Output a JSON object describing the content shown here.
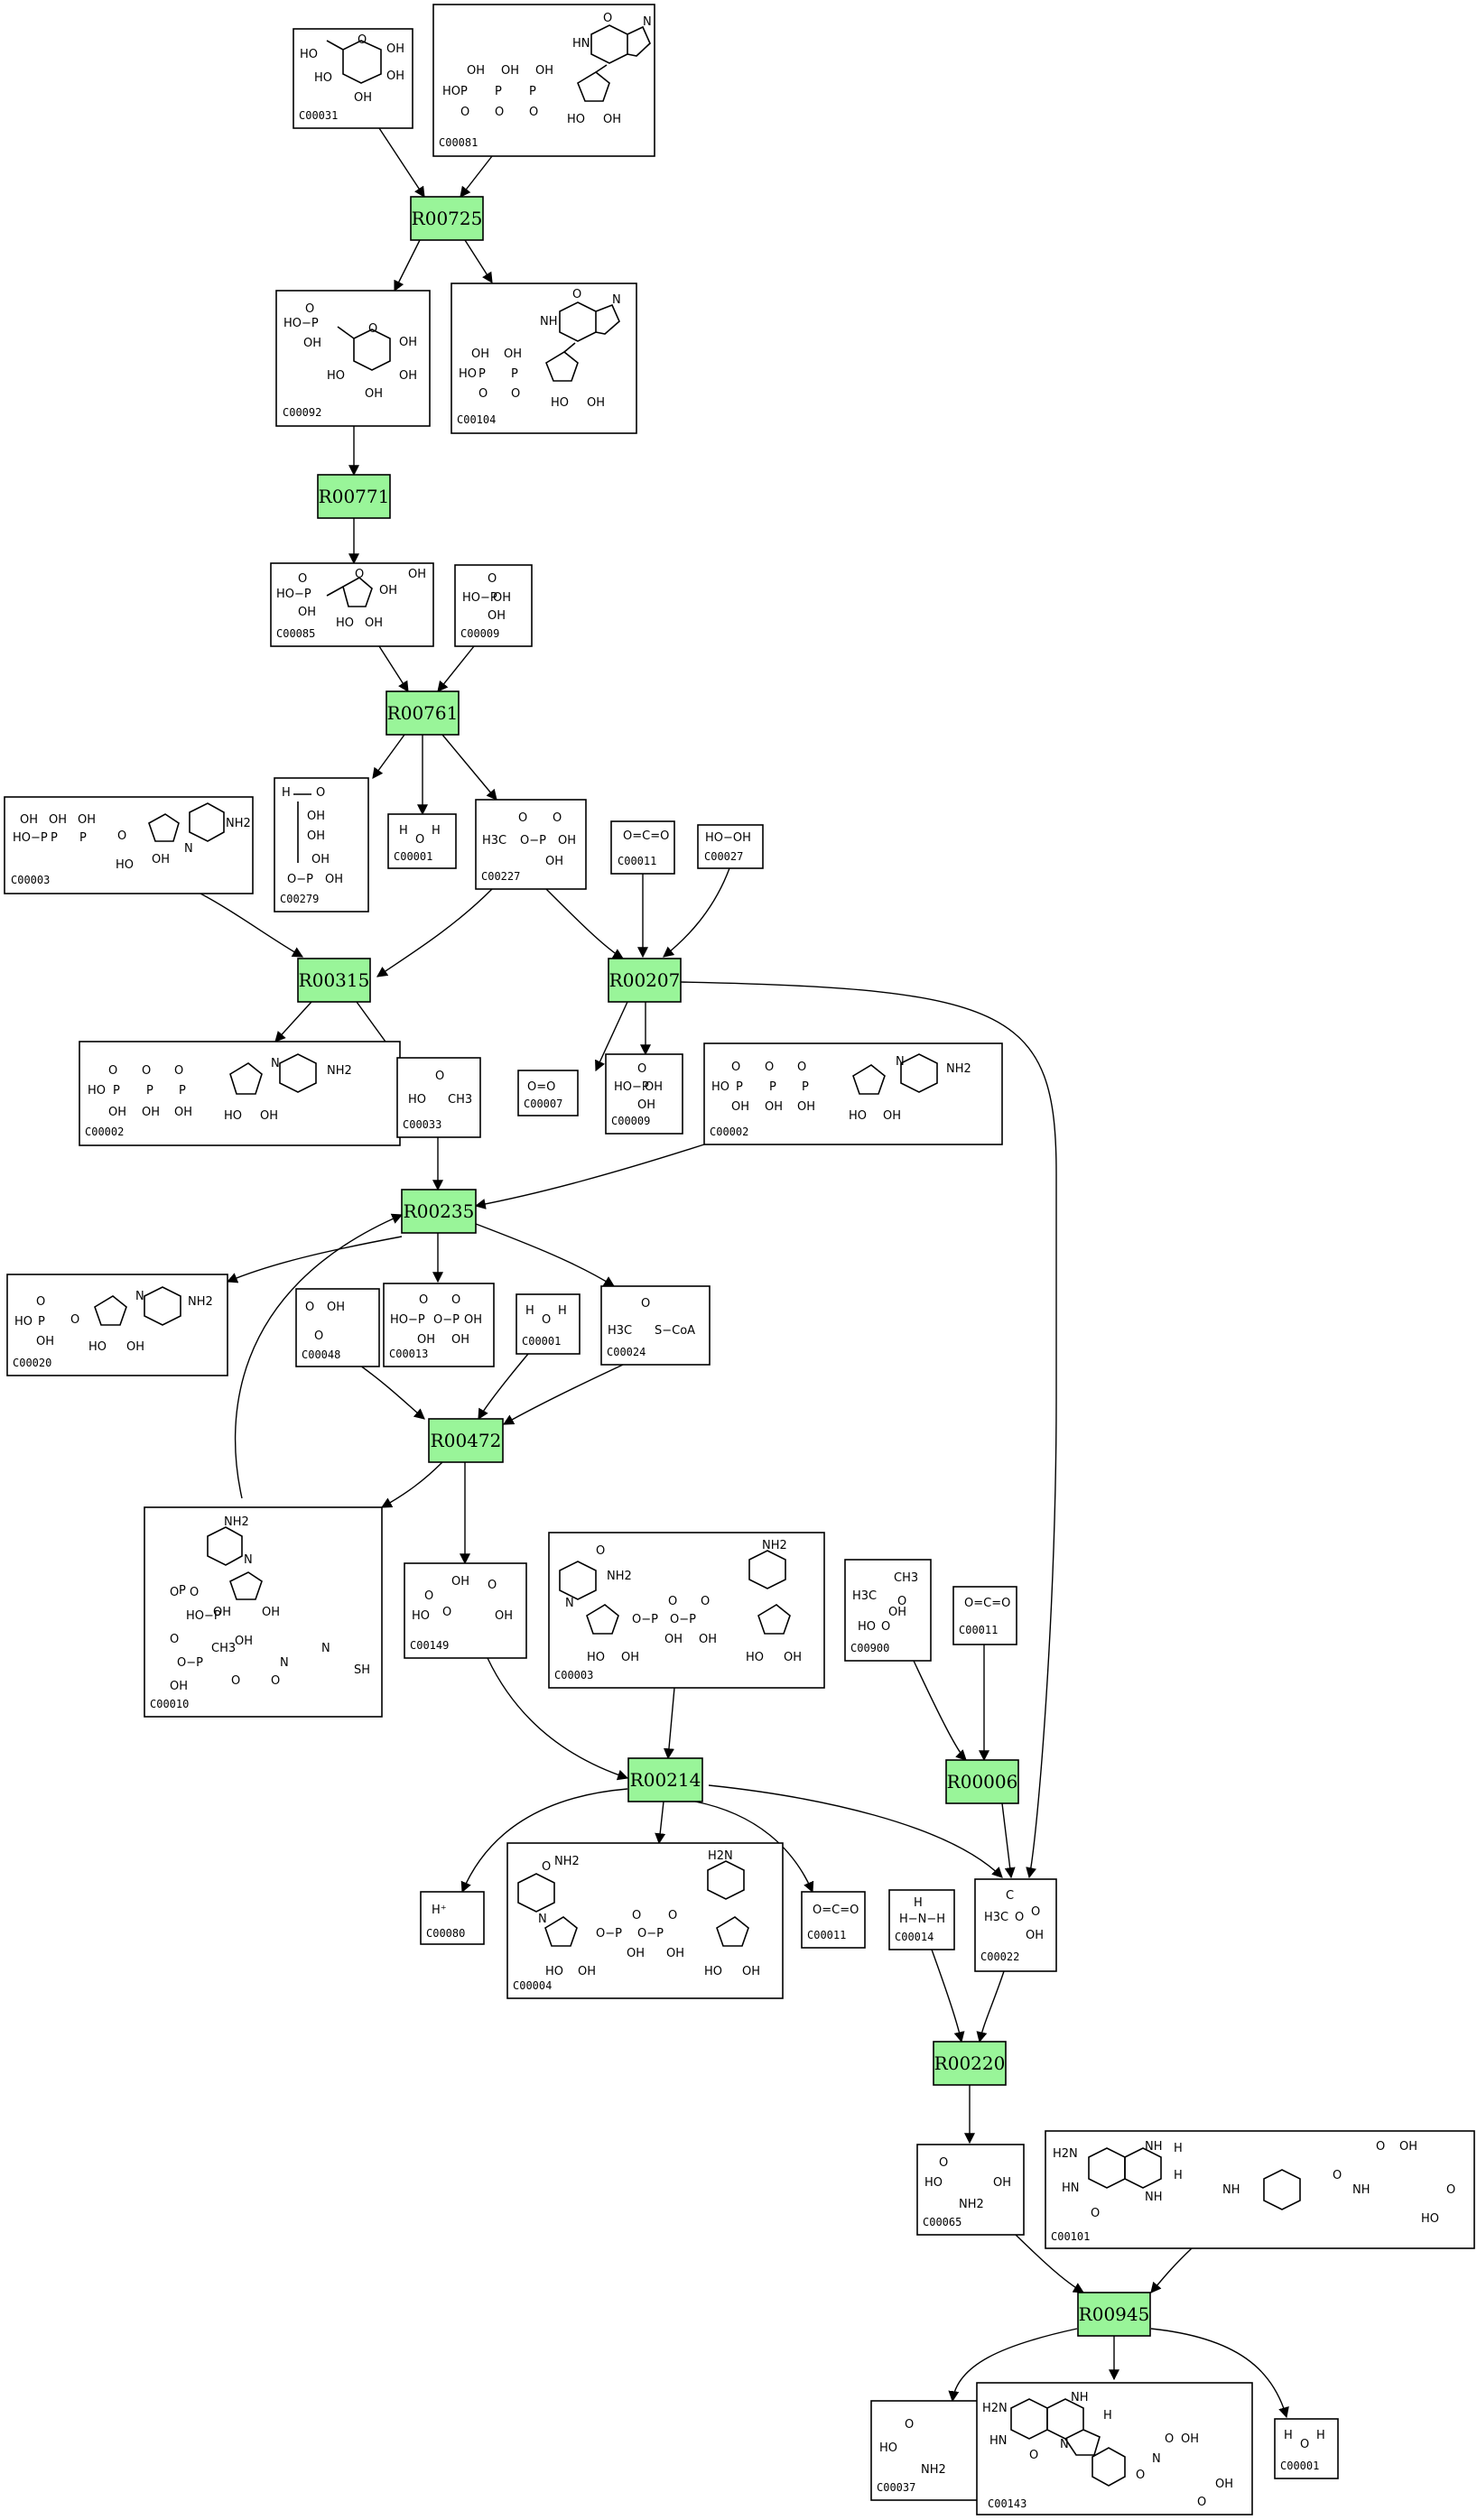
{
  "colors": {
    "reaction_fill": "#99f599",
    "box_stroke": "#000000",
    "edge": "#000000"
  },
  "reactions": [
    "R00725",
    "R00771",
    "R00761",
    "R00315",
    "R00207",
    "R00235",
    "R00472",
    "R00214",
    "R00006",
    "R00220",
    "R00945"
  ],
  "compounds": {
    "c00031": "C00031",
    "c00081": "C00081",
    "c00092": "C00092",
    "c00104": "C00104",
    "c00085": "C00085",
    "c00009a": "C00009",
    "c00003a": "C00003",
    "c00279": "C00279",
    "c00001a": "C00001",
    "c00227": "C00227",
    "c00011a": "C00011",
    "c00027": "C00027",
    "c00002a": "C00002",
    "c00033": "C00033",
    "c00007": "C00007",
    "c00009b": "C00009",
    "c00002b": "C00002",
    "c00020": "C00020",
    "c00048": "C00048",
    "c00013": "C00013",
    "c00001b": "C00001",
    "c00024": "C00024",
    "c00010": "C00010",
    "c00149": "C00149",
    "c00003b": "C00003",
    "c00900": "C00900",
    "c00011b": "C00011",
    "c00080": "C00080",
    "c00004": "C00004",
    "c00011c": "C00011",
    "c00014": "C00014",
    "c00022": "C00022",
    "c00065": "C00065",
    "c00101": "C00101",
    "c00037": "C00037",
    "c00143": "C00143",
    "c00001c": "C00001"
  },
  "structures": {
    "ho": "HO",
    "oh": "OH",
    "o": "O",
    "n": "N",
    "nh": "NH",
    "hn": "HN",
    "h": "H",
    "c": "C",
    "p": "P",
    "s": "S",
    "sh": "SH",
    "h3c": "H3C",
    "ch3": "CH3",
    "nh2": "NH2",
    "h2n": "H2N",
    "scoa": "S−CoA",
    "hooh": "HO−OH",
    "oco": "O=C=O",
    "oeqo": "O=O",
    "hplus": "H⁺",
    "ho_p": "HO−P",
    "hnh": "H−N−H",
    "o_p": "O−P"
  }
}
